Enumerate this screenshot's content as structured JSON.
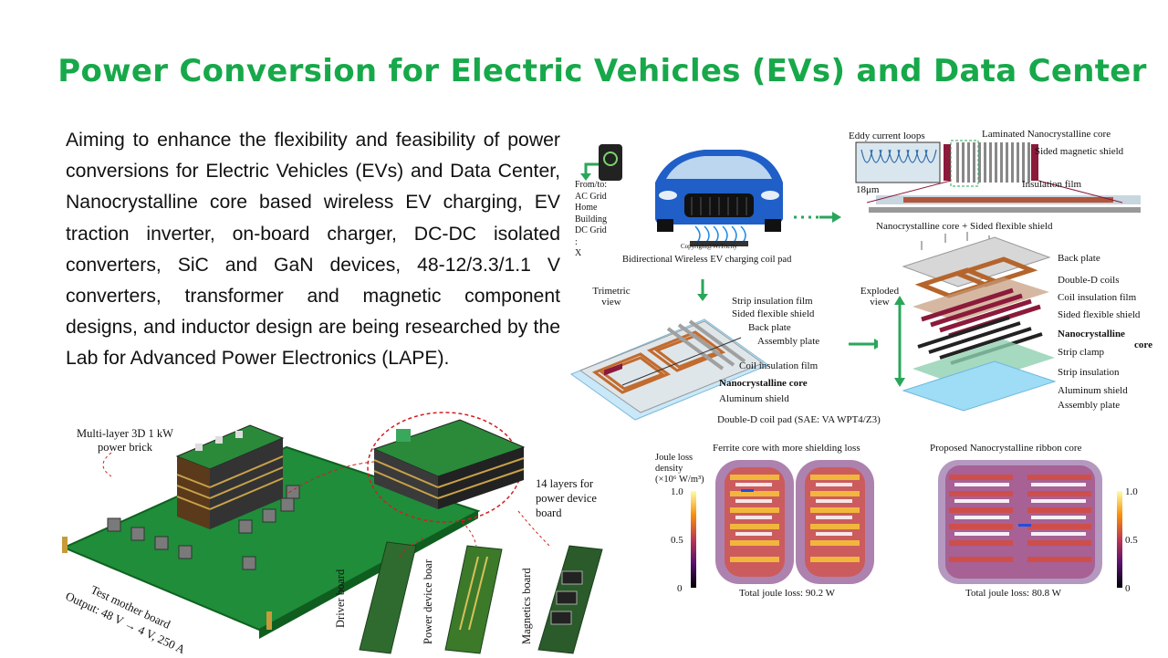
{
  "title": "Power Conversion for Electric Vehicles (EVs) and Data Center",
  "intro": "Aiming to enhance the flexibility and feasibility of power conversions for Electric Vehicles (EVs) and Data Center, Nanocrystalline core based wireless EV charging, EV traction inverter, on-board charger, DC-DC isolated converters, SiC and GaN devices, 48-12/3.3/1.1 V converters, transformer and magnetic component designs, and inductor design are being researched by the Lab for Advanced Power Electronics (LAPE).",
  "ev_figure": {
    "grid_labels": [
      "From/to:",
      "AC Grid",
      "Home",
      "Building",
      "DC Grid",
      ":",
      "X"
    ],
    "copyright": "Copyright@WiTricity",
    "caption": "Bidirectional Wireless EV charging coil pad"
  },
  "core_figure": {
    "eddy": "Eddy current loops",
    "laminated": "Laminated Nanocrystalline core",
    "sided_magnetic": "Sided magnetic shield",
    "thickness": "18μm",
    "insulation_film": "Insulation film",
    "caption": "Nanocrystalline core + Sided flexible shield"
  },
  "pad_figure": {
    "trimetric": [
      "Trimetric",
      "view"
    ],
    "labels": [
      "Strip insulation film",
      "Sided flexible shield",
      "Back plate",
      "Assembly plate",
      "Coil insulation film",
      "Nanocrystalline core",
      "Aluminum shield"
    ],
    "caption": "Double-D coil pad (SAE: VA WPT4/Z3)"
  },
  "exploded_figure": {
    "view": [
      "Exploded",
      "view"
    ],
    "labels": [
      "Back plate",
      "Double-D coils",
      "Coil insulation film",
      "Sided flexible shield",
      "Nanocrystalline",
      "core",
      "Strip clamp",
      "Strip insulation",
      "Aluminum shield",
      "Assembly plate"
    ]
  },
  "brick_figure": {
    "brick": [
      "Multi-layer 3D  1 kW",
      "power brick"
    ],
    "layers": [
      "14 layers for",
      "power device",
      "board"
    ],
    "mother": [
      "Test mother board",
      "Output: 48 V → 4 V, 250 A"
    ],
    "boards": [
      "Driver board",
      "Power device boar",
      "Magnetics board"
    ]
  },
  "loss_figure": {
    "left_title": "Ferrite core with more shielding loss",
    "right_title": "Proposed Nanocrystalline ribbon core",
    "colorbar_title": [
      "Joule loss",
      "density",
      "(×10⁶ W/m³)"
    ],
    "ticks_left": [
      "1.0",
      "0.5",
      "0"
    ],
    "ticks_right": [
      "1.0",
      "0.5",
      "0"
    ],
    "left_total": "Total joule loss: 90.2 W",
    "right_total": "Total joule loss: 80.8 W"
  }
}
